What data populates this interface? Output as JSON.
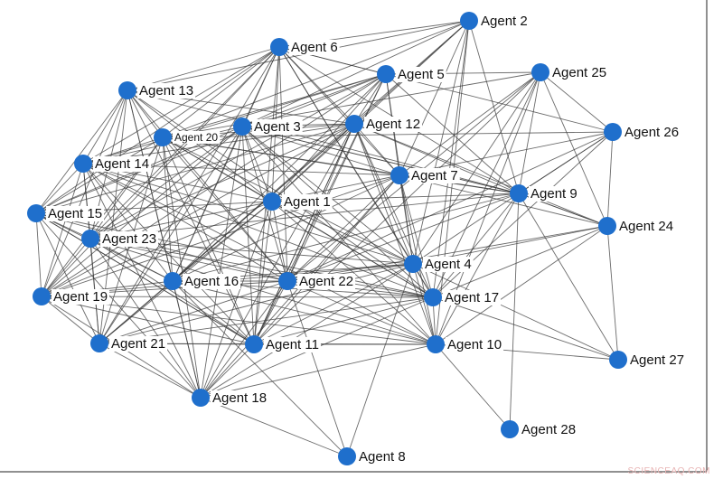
{
  "diagram": {
    "colors": {
      "node": "#1f6fcc",
      "edge": "#3a3a3a"
    },
    "nodes": [
      {
        "id": "1",
        "label": "Agent 1"
      },
      {
        "id": "2",
        "label": "Agent 2"
      },
      {
        "id": "3",
        "label": "Agent 3"
      },
      {
        "id": "4",
        "label": "Agent 4"
      },
      {
        "id": "5",
        "label": "Agent 5"
      },
      {
        "id": "6",
        "label": "Agent 6"
      },
      {
        "id": "7",
        "label": "Agent 7"
      },
      {
        "id": "8",
        "label": "Agent 8"
      },
      {
        "id": "9",
        "label": "Agent 9"
      },
      {
        "id": "10",
        "label": "Agent 10"
      },
      {
        "id": "11",
        "label": "Agent 11"
      },
      {
        "id": "12",
        "label": "Agent 12"
      },
      {
        "id": "13",
        "label": "Agent 13"
      },
      {
        "id": "14",
        "label": "Agent 14"
      },
      {
        "id": "15",
        "label": "Agent 15"
      },
      {
        "id": "16",
        "label": "Agent 16"
      },
      {
        "id": "17",
        "label": "Agent 17"
      },
      {
        "id": "18",
        "label": "Agent 18"
      },
      {
        "id": "19",
        "label": "Agent 19"
      },
      {
        "id": "20",
        "label": "Agent 20"
      },
      {
        "id": "21",
        "label": "Agent 21"
      },
      {
        "id": "22",
        "label": "Agent 22"
      },
      {
        "id": "23",
        "label": "Agent 23"
      },
      {
        "id": "24",
        "label": "Agent 24"
      },
      {
        "id": "25",
        "label": "Agent 25"
      },
      {
        "id": "26",
        "label": "Agent 26"
      },
      {
        "id": "27",
        "label": "Agent 27"
      },
      {
        "id": "28",
        "label": "Agent 28"
      }
    ],
    "edges": [
      [
        "1",
        "2"
      ],
      [
        "1",
        "3"
      ],
      [
        "1",
        "4"
      ],
      [
        "1",
        "5"
      ],
      [
        "1",
        "6"
      ],
      [
        "1",
        "7"
      ],
      [
        "1",
        "9"
      ],
      [
        "1",
        "11"
      ],
      [
        "1",
        "12"
      ],
      [
        "1",
        "13"
      ],
      [
        "1",
        "14"
      ],
      [
        "1",
        "15"
      ],
      [
        "1",
        "16"
      ],
      [
        "1",
        "17"
      ],
      [
        "1",
        "18"
      ],
      [
        "1",
        "19"
      ],
      [
        "1",
        "20"
      ],
      [
        "1",
        "21"
      ],
      [
        "1",
        "22"
      ],
      [
        "1",
        "23"
      ],
      [
        "1",
        "10"
      ],
      [
        "2",
        "3"
      ],
      [
        "2",
        "4"
      ],
      [
        "2",
        "6"
      ],
      [
        "2",
        "7"
      ],
      [
        "2",
        "9"
      ],
      [
        "2",
        "12"
      ],
      [
        "2",
        "13"
      ],
      [
        "2",
        "16"
      ],
      [
        "2",
        "17"
      ],
      [
        "2",
        "20"
      ],
      [
        "2",
        "10"
      ],
      [
        "3",
        "4"
      ],
      [
        "3",
        "5"
      ],
      [
        "3",
        "6"
      ],
      [
        "3",
        "7"
      ],
      [
        "3",
        "9"
      ],
      [
        "3",
        "10"
      ],
      [
        "3",
        "11"
      ],
      [
        "3",
        "12"
      ],
      [
        "3",
        "14"
      ],
      [
        "3",
        "15"
      ],
      [
        "3",
        "16"
      ],
      [
        "3",
        "17"
      ],
      [
        "3",
        "18"
      ],
      [
        "3",
        "19"
      ],
      [
        "3",
        "21"
      ],
      [
        "3",
        "22"
      ],
      [
        "3",
        "23"
      ],
      [
        "4",
        "5"
      ],
      [
        "4",
        "6"
      ],
      [
        "4",
        "7"
      ],
      [
        "4",
        "9"
      ],
      [
        "4",
        "10"
      ],
      [
        "4",
        "11"
      ],
      [
        "4",
        "12"
      ],
      [
        "4",
        "14"
      ],
      [
        "4",
        "16"
      ],
      [
        "4",
        "17"
      ],
      [
        "4",
        "18"
      ],
      [
        "4",
        "19"
      ],
      [
        "4",
        "20"
      ],
      [
        "4",
        "21"
      ],
      [
        "4",
        "22"
      ],
      [
        "4",
        "23"
      ],
      [
        "4",
        "24"
      ],
      [
        "4",
        "25"
      ],
      [
        "4",
        "8"
      ],
      [
        "5",
        "6"
      ],
      [
        "5",
        "7"
      ],
      [
        "5",
        "9"
      ],
      [
        "5",
        "11"
      ],
      [
        "5",
        "12"
      ],
      [
        "5",
        "14"
      ],
      [
        "5",
        "15"
      ],
      [
        "5",
        "16"
      ],
      [
        "5",
        "20"
      ],
      [
        "5",
        "22"
      ],
      [
        "5",
        "23"
      ],
      [
        "5",
        "25"
      ],
      [
        "5",
        "19"
      ],
      [
        "6",
        "7"
      ],
      [
        "6",
        "9"
      ],
      [
        "6",
        "11"
      ],
      [
        "6",
        "12"
      ],
      [
        "6",
        "13"
      ],
      [
        "6",
        "14"
      ],
      [
        "6",
        "15"
      ],
      [
        "6",
        "16"
      ],
      [
        "6",
        "17"
      ],
      [
        "6",
        "19"
      ],
      [
        "6",
        "20"
      ],
      [
        "6",
        "22"
      ],
      [
        "6",
        "23"
      ],
      [
        "6",
        "26"
      ],
      [
        "6",
        "21"
      ],
      [
        "7",
        "9"
      ],
      [
        "7",
        "10"
      ],
      [
        "7",
        "11"
      ],
      [
        "7",
        "12"
      ],
      [
        "7",
        "14"
      ],
      [
        "7",
        "16"
      ],
      [
        "7",
        "17"
      ],
      [
        "7",
        "20"
      ],
      [
        "7",
        "22"
      ],
      [
        "7",
        "24"
      ],
      [
        "7",
        "25"
      ],
      [
        "7",
        "26"
      ],
      [
        "7",
        "19"
      ],
      [
        "7",
        "18"
      ],
      [
        "9",
        "10"
      ],
      [
        "9",
        "12"
      ],
      [
        "9",
        "13"
      ],
      [
        "9",
        "17"
      ],
      [
        "9",
        "20"
      ],
      [
        "9",
        "22"
      ],
      [
        "9",
        "24"
      ],
      [
        "9",
        "25"
      ],
      [
        "9",
        "26"
      ],
      [
        "9",
        "27"
      ],
      [
        "9",
        "28"
      ],
      [
        "9",
        "16"
      ],
      [
        "9",
        "23"
      ],
      [
        "9",
        "3"
      ],
      [
        "10",
        "11"
      ],
      [
        "10",
        "12"
      ],
      [
        "10",
        "14"
      ],
      [
        "10",
        "16"
      ],
      [
        "10",
        "17"
      ],
      [
        "10",
        "18"
      ],
      [
        "10",
        "19"
      ],
      [
        "10",
        "21"
      ],
      [
        "10",
        "22"
      ],
      [
        "10",
        "23"
      ],
      [
        "10",
        "25"
      ],
      [
        "10",
        "27"
      ],
      [
        "10",
        "28"
      ],
      [
        "10",
        "24"
      ],
      [
        "11",
        "12"
      ],
      [
        "11",
        "14"
      ],
      [
        "11",
        "15"
      ],
      [
        "11",
        "16"
      ],
      [
        "11",
        "17"
      ],
      [
        "11",
        "18"
      ],
      [
        "11",
        "19"
      ],
      [
        "11",
        "20"
      ],
      [
        "11",
        "21"
      ],
      [
        "11",
        "22"
      ],
      [
        "11",
        "23"
      ],
      [
        "11",
        "13"
      ],
      [
        "11",
        "25"
      ],
      [
        "12",
        "13"
      ],
      [
        "12",
        "14"
      ],
      [
        "12",
        "15"
      ],
      [
        "12",
        "16"
      ],
      [
        "12",
        "17"
      ],
      [
        "12",
        "18"
      ],
      [
        "12",
        "20"
      ],
      [
        "12",
        "21"
      ],
      [
        "12",
        "22"
      ],
      [
        "12",
        "23"
      ],
      [
        "12",
        "24"
      ],
      [
        "12",
        "19"
      ],
      [
        "12",
        "11"
      ],
      [
        "13",
        "14"
      ],
      [
        "13",
        "15"
      ],
      [
        "13",
        "16"
      ],
      [
        "13",
        "19"
      ],
      [
        "13",
        "20"
      ],
      [
        "13",
        "21"
      ],
      [
        "13",
        "22"
      ],
      [
        "13",
        "23"
      ],
      [
        "13",
        "18"
      ],
      [
        "13",
        "17"
      ],
      [
        "14",
        "15"
      ],
      [
        "14",
        "16"
      ],
      [
        "14",
        "17"
      ],
      [
        "14",
        "19"
      ],
      [
        "14",
        "20"
      ],
      [
        "14",
        "21"
      ],
      [
        "14",
        "22"
      ],
      [
        "14",
        "23"
      ],
      [
        "14",
        "18"
      ],
      [
        "15",
        "16"
      ],
      [
        "15",
        "17"
      ],
      [
        "15",
        "18"
      ],
      [
        "15",
        "19"
      ],
      [
        "15",
        "20"
      ],
      [
        "15",
        "21"
      ],
      [
        "15",
        "22"
      ],
      [
        "15",
        "23"
      ],
      [
        "15",
        "11"
      ],
      [
        "16",
        "17"
      ],
      [
        "16",
        "18"
      ],
      [
        "16",
        "19"
      ],
      [
        "16",
        "20"
      ],
      [
        "16",
        "21"
      ],
      [
        "16",
        "22"
      ],
      [
        "16",
        "23"
      ],
      [
        "16",
        "8"
      ],
      [
        "17",
        "18"
      ],
      [
        "17",
        "19"
      ],
      [
        "17",
        "20"
      ],
      [
        "17",
        "21"
      ],
      [
        "17",
        "22"
      ],
      [
        "17",
        "23"
      ],
      [
        "17",
        "24"
      ],
      [
        "17",
        "25"
      ],
      [
        "17",
        "26"
      ],
      [
        "17",
        "27"
      ],
      [
        "18",
        "19"
      ],
      [
        "18",
        "21"
      ],
      [
        "18",
        "22"
      ],
      [
        "18",
        "23"
      ],
      [
        "18",
        "8"
      ],
      [
        "18",
        "20"
      ],
      [
        "19",
        "20"
      ],
      [
        "19",
        "21"
      ],
      [
        "19",
        "22"
      ],
      [
        "19",
        "23"
      ],
      [
        "20",
        "21"
      ],
      [
        "20",
        "22"
      ],
      [
        "20",
        "23"
      ],
      [
        "20",
        "25"
      ],
      [
        "20",
        "26"
      ],
      [
        "21",
        "22"
      ],
      [
        "21",
        "23"
      ],
      [
        "22",
        "23"
      ],
      [
        "22",
        "24"
      ],
      [
        "22",
        "25"
      ],
      [
        "22",
        "8"
      ],
      [
        "22",
        "26"
      ],
      [
        "24",
        "25"
      ],
      [
        "24",
        "26"
      ],
      [
        "25",
        "26"
      ],
      [
        "24",
        "9"
      ],
      [
        "26",
        "9"
      ],
      [
        "27",
        "4"
      ],
      [
        "27",
        "24"
      ]
    ]
  },
  "watermark": "SCIENCEAQ.COM"
}
